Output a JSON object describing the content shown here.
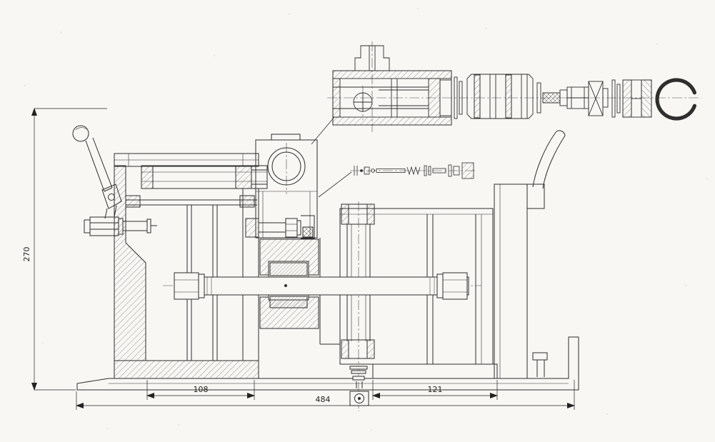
{
  "drawing": {
    "dimensions": {
      "overall_height": "270",
      "left_base_width": "108",
      "right_base_width": "121",
      "overall_length": "484"
    }
  }
}
